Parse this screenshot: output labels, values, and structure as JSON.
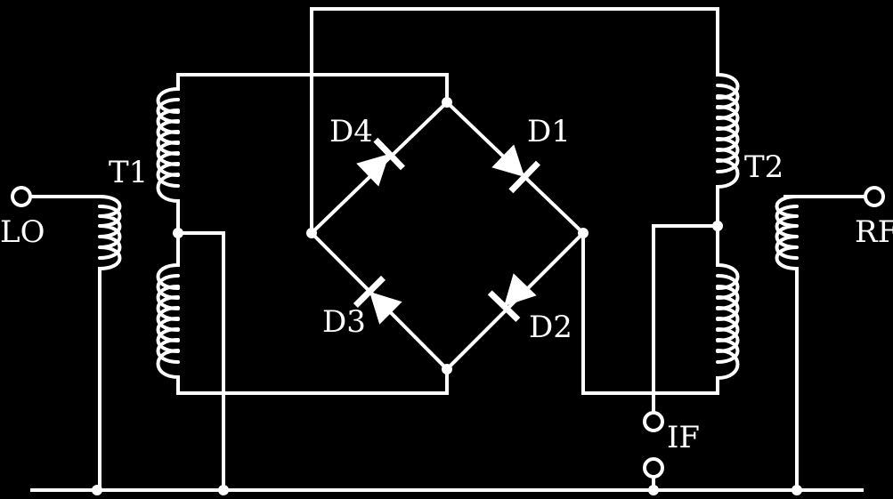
{
  "diagram": {
    "type": "double-balanced diode ring mixer schematic",
    "colors": {
      "background": "#000000",
      "stroke": "#ffffff"
    },
    "transformers": {
      "t1": "T1",
      "t2": "T2"
    },
    "diodes": {
      "d1": "D1",
      "d2": "D2",
      "d3": "D3",
      "d4": "D4"
    },
    "ports": {
      "lo": "LO",
      "rf": "RF",
      "if": "IF"
    }
  }
}
